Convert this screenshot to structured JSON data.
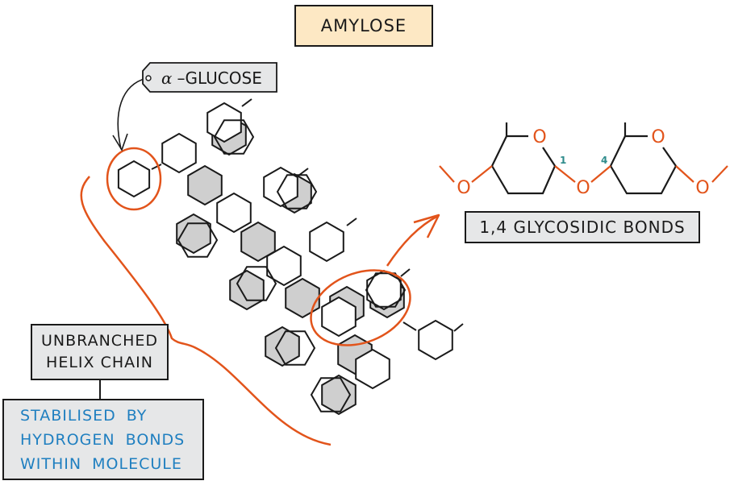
{
  "title": "AMYLOSE",
  "monomer_label": {
    "symbol": "α",
    "text": "–GLUCOSE"
  },
  "bond_label": "1,4 GLYCOSIDIC BONDS",
  "structure_label": {
    "line1": "UNBRANCHED",
    "line2": "HELIX CHAIN"
  },
  "stabilisation_label": {
    "line1": "STABILISED BY",
    "line2": "HYDROGEN BONDS",
    "line3": "WITHIN MOLECULE"
  },
  "glycosidic_diagram": {
    "atom_labels": [
      "O",
      "O",
      "O",
      "O",
      "O"
    ],
    "carbon_numbers": [
      "1",
      "4"
    ]
  },
  "colors": {
    "accent_orange": "#e2541b",
    "text_blue": "#1f7fc0",
    "carbon_number_teal": "#2e8b8b",
    "title_fill": "#fde8c4",
    "box_fill": "#e6e7e8",
    "shaded_ring_fill": "#cfcfcf"
  }
}
